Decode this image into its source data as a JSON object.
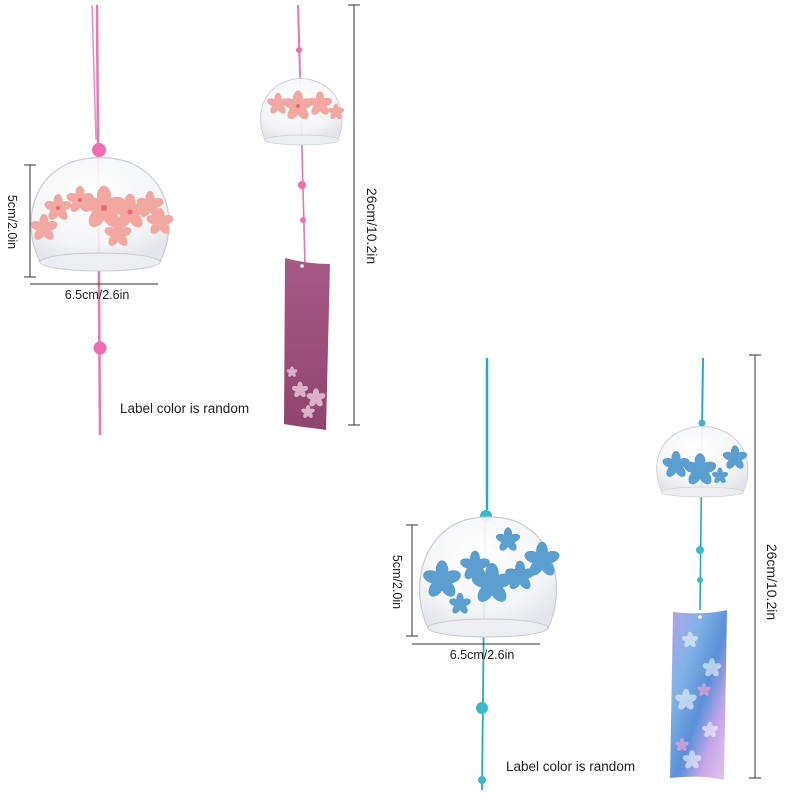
{
  "image_description": {
    "alt": "Two Japanese glass wind chimes with dimension annotations"
  },
  "colors": {
    "pink_string": "#e07ab8",
    "pink_bead": "#f06fb2",
    "sakura_flower": "#f2a7a0",
    "sakura_center": "#e86a6a",
    "pink_tag": "#9e4f78",
    "blue_string": "#2aa9bf",
    "blue_bead": "#3bb8c9",
    "blue_flower": "#5b9fd0",
    "blue_tag_a": "#8fb8e8",
    "blue_tag_b": "#c8a6e6"
  },
  "pink_chime": {
    "width_label": "6.5cm/2.6in",
    "height_label": "5cm/2.0in",
    "length_label": "26cm/10.2in",
    "note": "Label color is random"
  },
  "blue_chime": {
    "width_label": "6.5cm/2.6in",
    "height_label": "5cm/2.0in",
    "length_label": "26cm/10.2in",
    "note": "Label color is random"
  }
}
